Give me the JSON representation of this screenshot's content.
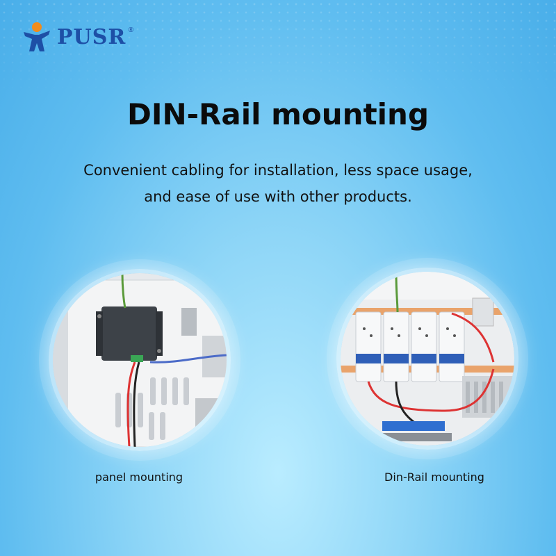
{
  "brand": {
    "name": "PUSR",
    "registered": "®"
  },
  "heading": {
    "title": "DIN-Rail mounting"
  },
  "description": {
    "line1": "Convenient cabling for installation, less space usage,",
    "line2": "and ease of use with other products."
  },
  "left_panel": {
    "caption": "panel mounting"
  },
  "right_panel": {
    "caption": "Din-Rail mounting"
  },
  "colors": {
    "brand_blue": "#1d4fa6",
    "brand_orange": "#f08c1c",
    "background_blue": "#5fbdf0"
  }
}
